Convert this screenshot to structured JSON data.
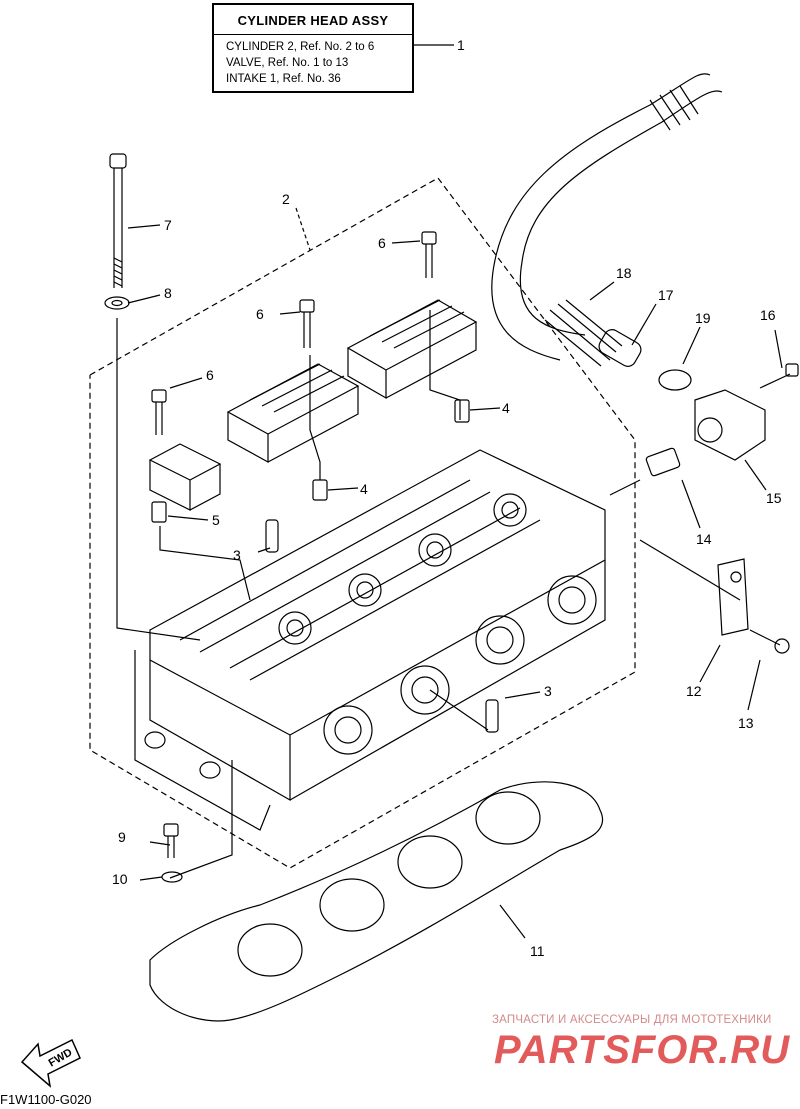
{
  "assembly_box": {
    "title": "CYLINDER HEAD ASSY",
    "lines": [
      "CYLINDER 2, Ref. No. 2 to 6",
      "VALVE, Ref. No. 1 to 13",
      "INTAKE 1, Ref. No. 36"
    ],
    "ref": "1"
  },
  "callouts": [
    "2",
    "7",
    "6",
    "8",
    "6",
    "6",
    "4",
    "4",
    "5",
    "3",
    "3",
    "18",
    "17",
    "19",
    "16",
    "15",
    "14",
    "12",
    "13",
    "9",
    "10",
    "11"
  ],
  "fwd_label": "FWD",
  "diagram_code": "F1W1100-G020",
  "watermark": {
    "caption": "ЗАПЧАСТИ И АКСЕССУАРЫ ДЛЯ МОТОТЕХНИКИ",
    "brand": "PARTSFOR.RU"
  }
}
